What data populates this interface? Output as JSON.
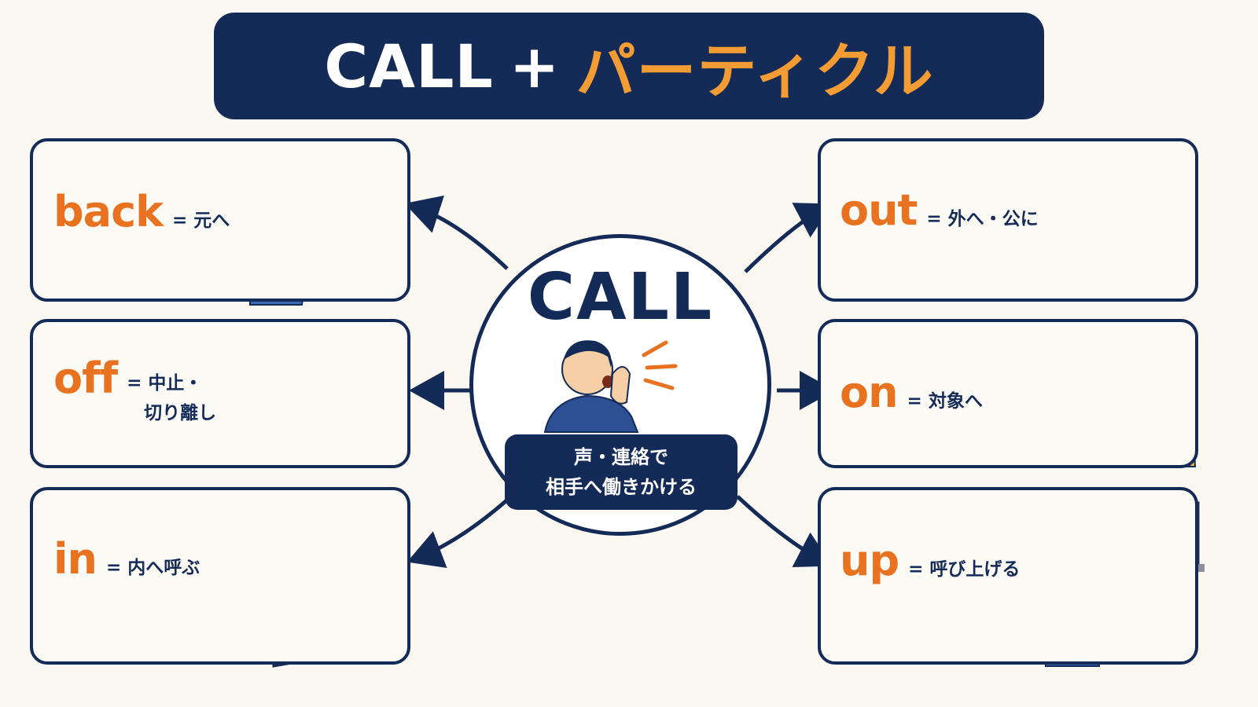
{
  "title": {
    "main": "CALL",
    "plus": "+",
    "accent": "パーティクル"
  },
  "center": {
    "word": "CALL",
    "caption_line1": "声・連絡で",
    "caption_line2": "相手へ働きかける"
  },
  "cards": {
    "back": {
      "particle": "back",
      "meaning": "= 元へ"
    },
    "off": {
      "particle": "off",
      "meaning_line1": "= 中止・",
      "meaning_line2": "切り離し"
    },
    "in": {
      "particle": "in",
      "meaning": "= 内へ呼ぶ"
    },
    "out": {
      "particle": "out",
      "meaning": "= 外へ・公に"
    },
    "on": {
      "particle": "on",
      "meaning": "= 対象へ"
    },
    "up": {
      "particle": "up",
      "meaning": "= 呼び上げる"
    }
  },
  "colors": {
    "navy": "#142a57",
    "orange": "#e8721f",
    "title_accent": "#f39c33",
    "background": "#fbf8f1"
  }
}
